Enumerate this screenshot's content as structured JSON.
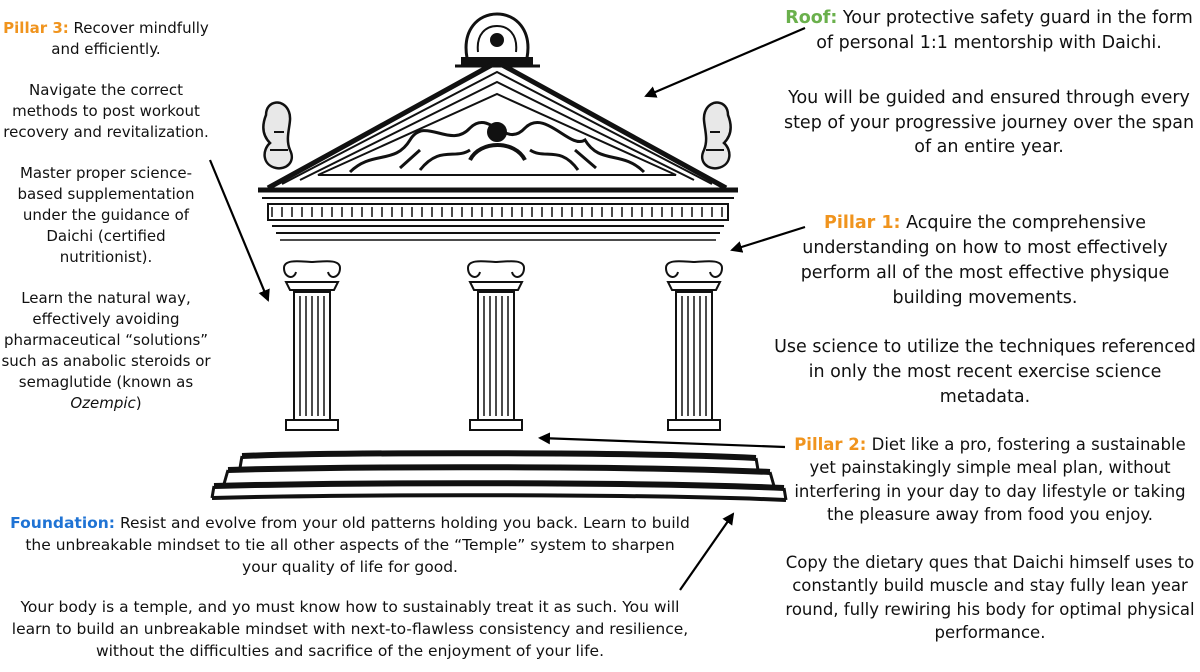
{
  "colors": {
    "pillar_label": "#f0941e",
    "roof_label": "#6ab04c",
    "foundation_label": "#1f73d4"
  },
  "pillar3": {
    "label": "Pillar 3:",
    "headline": " Recover mindfully and efficiently.",
    "p1": "Navigate the correct methods to post workout recovery and revitalization.",
    "p2": "Master proper science-based supplementation under the guidance of Daichi (certified nutritionist).",
    "p3": "Learn the natural way, effectively avoiding pharmaceutical “solutions” such as anabolic steroids or semaglutide (known as ",
    "p3_em": "Ozempic",
    "p3_end": ")"
  },
  "roof": {
    "label": "Roof:",
    "headline": " Your protective safety guard in the form of personal 1:1 mentorship with Daichi.",
    "p1": "You will be guided and ensured  through every step of your progressive journey over the span of an entire year."
  },
  "pillar1": {
    "label": "Pillar 1:",
    "headline": " Acquire the comprehensive understanding on how to most effectively perform all of the most effective physique building movements.",
    "p1": "Use science to utilize the techniques referenced in only the most recent exercise science metadata."
  },
  "pillar2": {
    "label": "Pillar 2:",
    "headline": " Diet like a pro, fostering a sustainable yet painstakingly simple meal plan, without interfering in your day to day lifestyle or taking the pleasure away from food you enjoy.",
    "p1": "Copy the dietary ques that Daichi himself uses to constantly build muscle and stay fully lean year round, fully rewiring his body for optimal physical performance."
  },
  "foundation": {
    "label": "Foundation:",
    "headline": " Resist and evolve from your old patterns holding you back. Learn to build the unbreakable mindset to tie all other aspects of the “Temple” system to sharpen your quality of life for good.",
    "p1": "Your body is a temple, and yo must know how to sustainably treat it as such. You will learn to build an unbreakable mindset with next-to-flawless consistency and resilience, without the difficulties and sacrifice of the enjoyment of your life."
  },
  "icons": [
    "temple-illustration",
    "arrow-icon"
  ]
}
